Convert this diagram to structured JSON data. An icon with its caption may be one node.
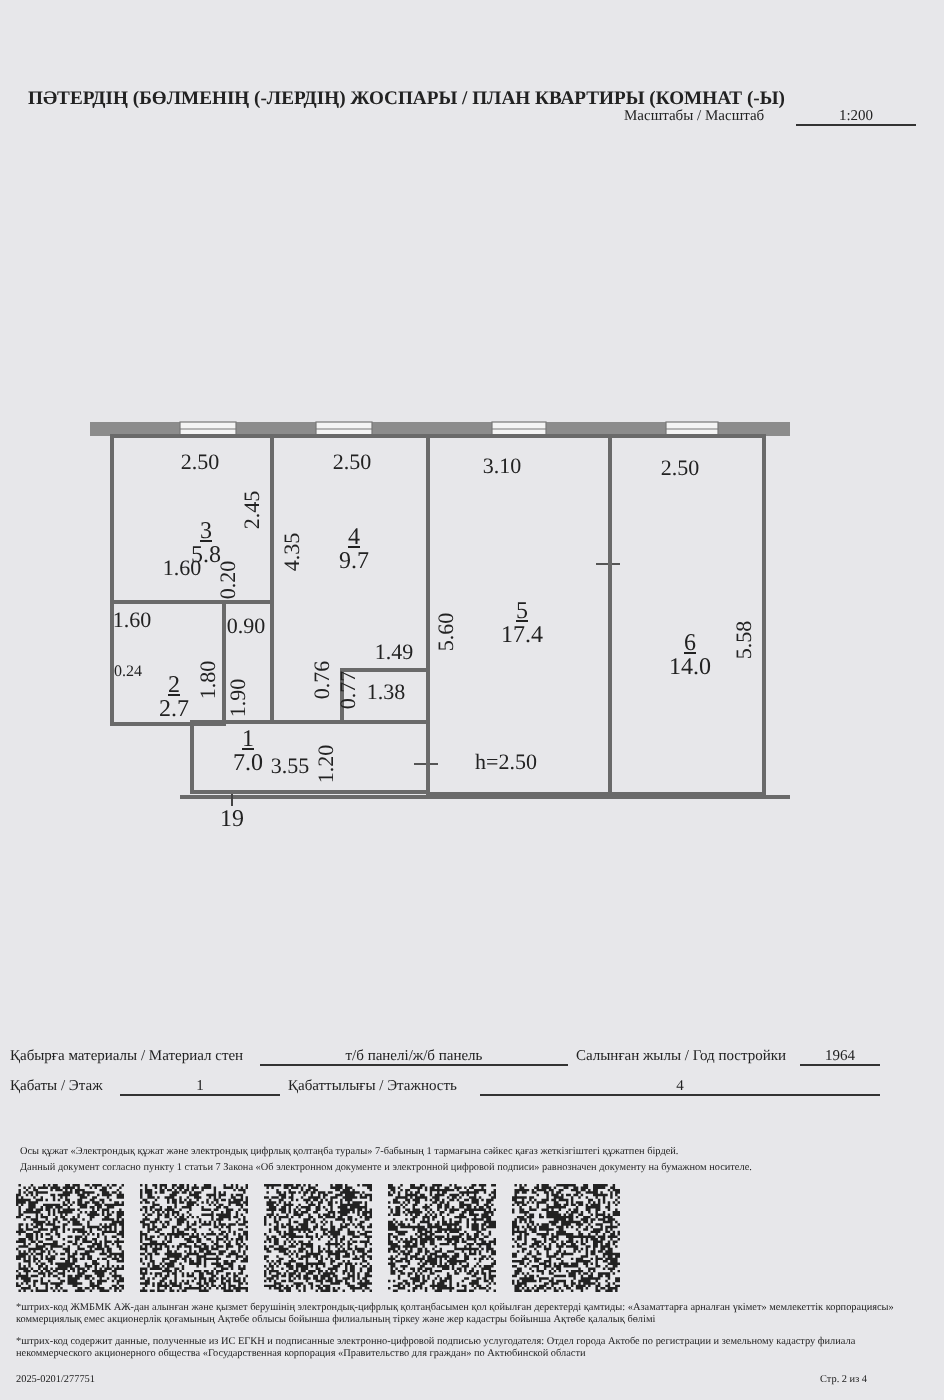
{
  "diagram": {
    "title": "ПӘТЕРДІҢ (БӨЛМЕНІҢ (-ЛЕРДІҢ) ЖОСПАРЫ / ПЛАН КВАРТИРЫ (КОМНАТ (-Ы)",
    "nodes": [
      {
        "text": [
          "3",
          "5.8"
        ]
      },
      {
        "text": [
          "4",
          "9.7"
        ]
      },
      {
        "text": [
          "5",
          "17.4"
        ]
      },
      {
        "text": [
          "6",
          "14.0"
        ]
      },
      {
        "text": [
          "2",
          "2.7"
        ]
      },
      {
        "text": [],
        "shape": "box",
        "in": 1
      },
      {
        "text": [
          "1",
          "7.0"
        ]
      },
      {
        "text": [
          "19"
        ]
      }
    ],
    "edges": [
      {
        "from": 7,
        "to": 6,
        "arrow": "none"
      }
    ],
    "labels": [
      "Масштабы / Масштаб",
      "1:200",
      "2.50",
      "2.45",
      "1.60",
      "0.20",
      "1.60",
      "0.90",
      "0.24",
      "1.80",
      "1.90",
      "2.50",
      "4.35",
      "1.49",
      "0.76",
      "0.77",
      "1.38",
      "1.20",
      "3.55",
      "3.10",
      "5.60",
      "h=2.50",
      "2.50",
      "5.58",
      "Қабырға материалы / Материал стен",
      "т/б панелі/ж/б панель",
      "Салынған жылы / Год постройки",
      "1964",
      "Қабаты / Этаж",
      "1",
      "Қабаттылығы / Этажность",
      "4",
      "Осы құжат «Электрондық құжат және электрондық цифрлық қолтаңба туралы» 7-бабының 1 тармағына сәйкес қағаз жеткізгіштегі құжатпен бірдей.",
      "Данный документ согласно пункту 1 статьи 7 Закона «Об электронном документе и электронной цифровой подписи» равнозначен документу на бумажном носителе.",
      "*штрих-код ЖМБМК АЖ-дан алынған және қызмет берушінің электрондық-цифрлық қолтаңбасымен қол қойылған деректерді қамтиды: «Азаматтарға арналған үкімет» мемлекеттік корпорациясы» коммерциялық емес акционерлік қоғамының Ақтөбе облысы бойынша филиалының тіркеу және жер кадастры бойынша Ақтөбе қалалық бөлімі",
      "*штрих-код содержит данные, полученные из ИС ЕГКН и подписанные электронно-цифровой подписью услугодателя: Отдел города Актобе по регистрации и земельному кадастру филиала некоммерческого акционерного общества «Государственная корпорация «Правительство для граждан» по Актюбинской области",
      "2025-0201/277751",
      "Стр. 2 из 4"
    ]
  }
}
